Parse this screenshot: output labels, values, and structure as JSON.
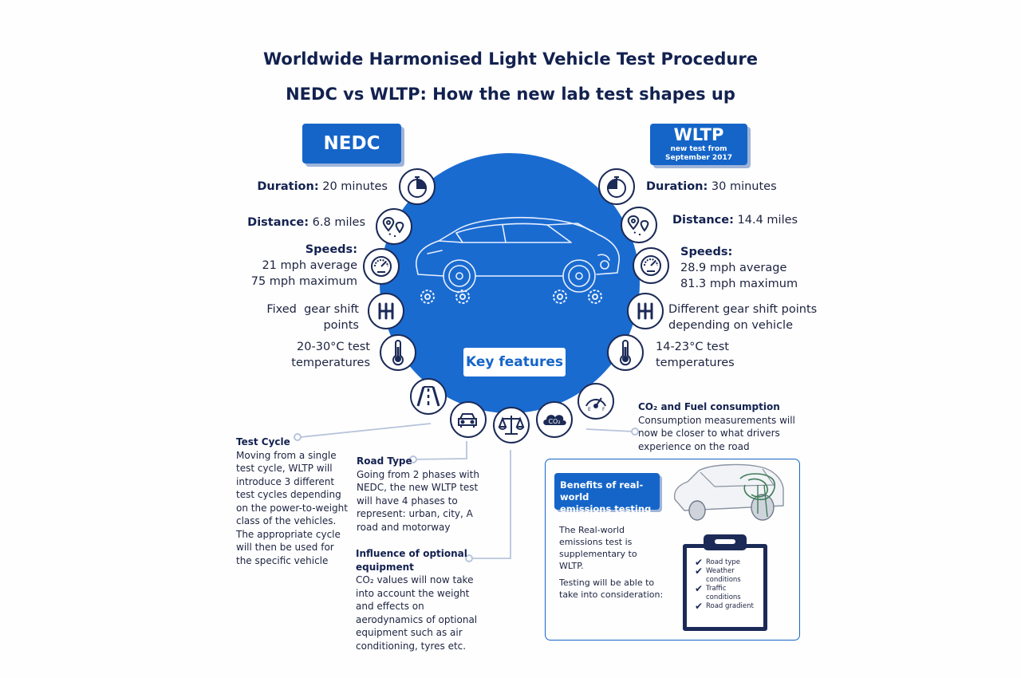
{
  "header": {
    "title_line1": "Worldwide Harmonised Light Vehicle Test Procedure",
    "title_line2": "NEDC vs WLTP: How the new lab test shapes up"
  },
  "nedc": {
    "tab_label": "NEDC",
    "duration_label": "Duration:",
    "duration_value": "20 minutes",
    "distance_label": "Distance:",
    "distance_value": "6.8 miles",
    "speeds_label": "Speeds:",
    "speed_avg": "21 mph average",
    "speed_max": "75 mph maximum",
    "gear_line1": "Fixed  gear shift",
    "gear_line2": "points",
    "temp_line1": "20-30°C test",
    "temp_line2": "temperatures"
  },
  "wltp": {
    "tab_label": "WLTP",
    "tab_sub1": "new test from",
    "tab_sub2": "September 2017",
    "duration_label": "Duration:",
    "duration_value": "30 minutes",
    "distance_label": "Distance:",
    "distance_value": "14.4 miles",
    "speeds_label": "Speeds:",
    "speed_avg": "28.9 mph average",
    "speed_max": "81.3 mph maximum",
    "gear_line1": "Different gear shift points",
    "gear_line2": "depending on vehicle",
    "temp_line1": "14-23°C test",
    "temp_line2": "temperatures"
  },
  "center": {
    "key_features_label": "Key features"
  },
  "icons": {
    "co2_text": "CO₂",
    "fuel_e": "E",
    "fuel_f": "F"
  },
  "features": {
    "test_cycle": {
      "heading": "Test Cycle",
      "body": "Moving from a single test cycle, WLTP will introduce 3 different test cycles depending on the power-to-weight class of the vehicles. The appropriate cycle will then be used for the specific vehicle"
    },
    "road_type": {
      "heading": "Road Type",
      "body": "Going from 2 phases with NEDC, the new WLTP test will have 4 phases to represent: urban, city, A road and motorway"
    },
    "optional_equipment": {
      "heading_line1": "Influence of optional",
      "heading_line2": "equipment",
      "body": "CO₂ values will now take into account the weight and effects on aerodynamics of optional equipment such as air conditioning, tyres etc."
    },
    "co2_fuel": {
      "heading": "CO₂ and Fuel consumption",
      "body": "Consumption measurements will now be closer to what drivers experience on the road"
    }
  },
  "benefits": {
    "tab_line1": "Benefits of real-world",
    "tab_line2": "emissions testing",
    "text1": "The Real-world emissions test is supplementary to WLTP.",
    "text2": "Testing will be able to take into consideration:",
    "checklist": [
      "Road type",
      "Weather conditions",
      "Traffic conditions",
      "Road gradient"
    ]
  },
  "colors": {
    "navy": "#12214f",
    "blue": "#1565c8",
    "circle_blue": "#1a6bd0",
    "shadow": "#9fb4d9"
  }
}
